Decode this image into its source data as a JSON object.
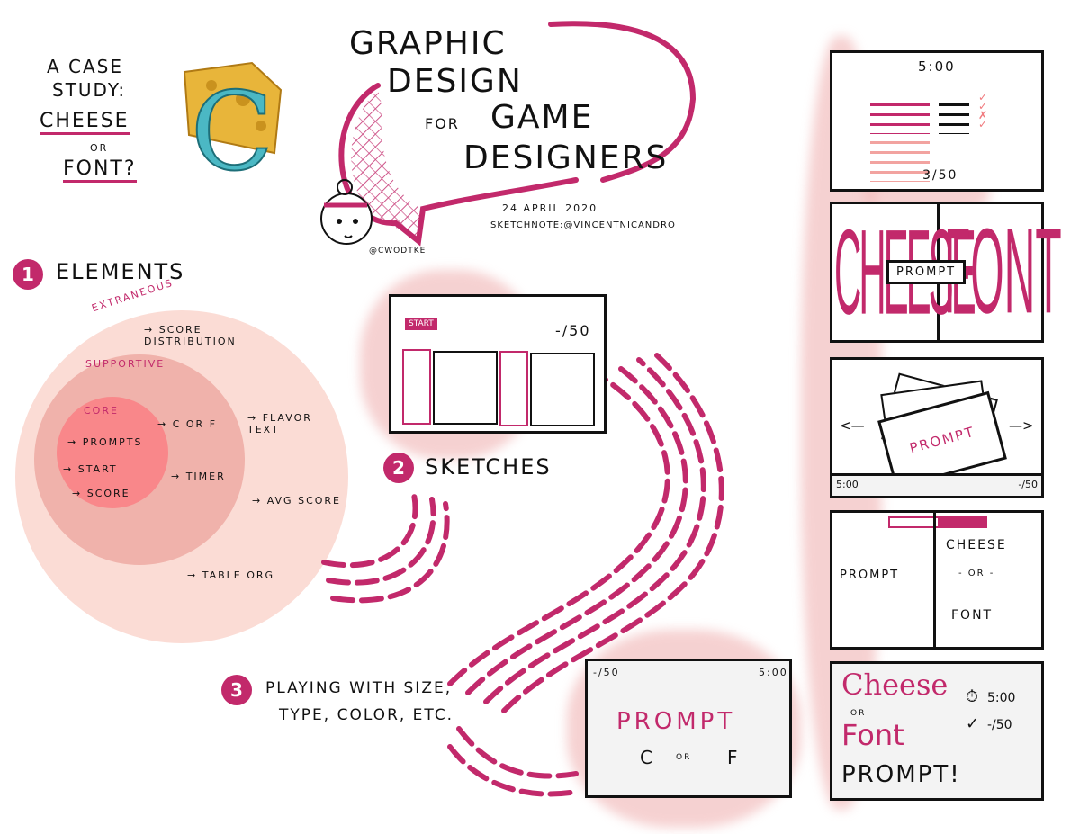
{
  "colors": {
    "accent": "#c2296b",
    "circle_outer": "#fbdcd5",
    "circle_mid": "#f0b2ab",
    "circle_core": "#f9878a",
    "cheese": "#e8b53a",
    "c_letter": "#4bb8c4"
  },
  "case_study": {
    "line1": "A CASE",
    "line2": "STUDY:",
    "cheese": "CHEESE",
    "or": "OR",
    "font": "FONT?"
  },
  "title": {
    "line1": "GRAPHIC",
    "line2": "DESIGN",
    "for": "FOR",
    "line3": "GAME",
    "line4": "DESIGNERS"
  },
  "credits": {
    "date": "24 APRIL 2020",
    "sketchnote": "SKETCHNOTE:@VINCENTNICANDRO",
    "speaker": "@CWODTKE"
  },
  "section1": {
    "number": "1",
    "title": "ELEMENTS",
    "extraneous_label": "EXTRANEOUS",
    "supportive_label": "SUPPORTIVE",
    "core_label": "CORE",
    "core_items": [
      "→ PROMPTS",
      "→ START",
      "→ SCORE"
    ],
    "supportive_items": [
      "→ C OR F",
      "→ TIMER"
    ],
    "extraneous_items": [
      "→ SCORE DISTRIBUTION",
      "→ FLAVOR TEXT",
      "→ AVG SCORE",
      "→ TABLE ORG"
    ]
  },
  "section2": {
    "number": "2",
    "title": "SKETCHES",
    "sketch": {
      "start": "START",
      "score": "-/50"
    }
  },
  "section3": {
    "number": "3",
    "title_line1": "PLAYING WITH SIZE,",
    "title_line2": "TYPE, COLOR, ETC.",
    "sketch": {
      "score": "-/50",
      "timer": "5:00",
      "prompt": "PROMPT",
      "c": "C",
      "or": "OR",
      "f": "F"
    }
  },
  "panels": {
    "p1": {
      "timer": "5:00",
      "score": "3/50"
    },
    "p2": {
      "cheese": "CHEESE",
      "font": "FONT",
      "prompt": "PROMPT"
    },
    "p3": {
      "prev": "<—",
      "next": "—>",
      "prompt": "PROMPT",
      "timer": "5:00",
      "score": "-/50",
      "progress": 0
    },
    "p4": {
      "prompt": "PROMPT",
      "cheese": "CHEESE",
      "or": "- OR -",
      "font": "FONT",
      "progress": 0.5
    },
    "p5": {
      "cheese": "Cheese",
      "or": "OR",
      "font": "Font",
      "timer": "5:00",
      "score": "-/50",
      "prompt": "PROMPT!"
    }
  }
}
